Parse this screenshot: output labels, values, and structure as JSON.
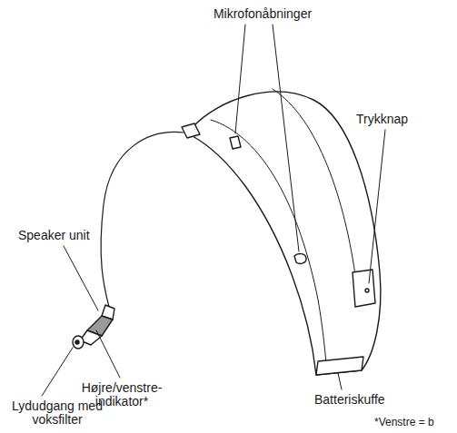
{
  "diagram": {
    "labels": [
      "Mikrofonåbninger",
      "Speaker unit",
      "Trykknap",
      "Højre/venstre- indikator*",
      "Batteriskuffe",
      "Lydudgang med voksfilter",
      "*Venstre = b"
    ]
  }
}
